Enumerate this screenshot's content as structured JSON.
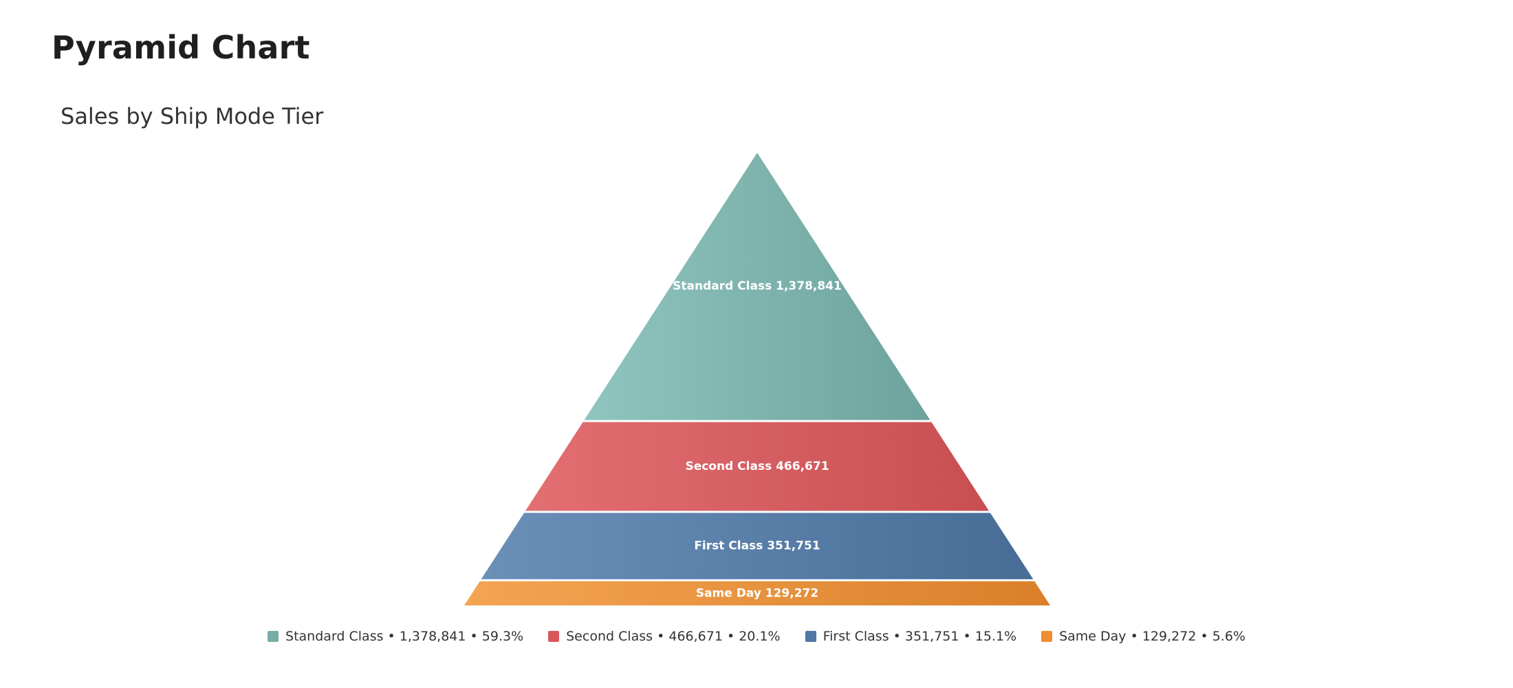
{
  "page": {
    "title": "Pyramid Chart"
  },
  "chart_data": {
    "type": "pyramid",
    "title": "Sales by Ship Mode Tier",
    "series": [
      {
        "name": "Standard Class",
        "value": 1378841,
        "value_label": "1,378,841",
        "percent": "59.3%",
        "label": "Standard Class 1,378,841",
        "legend": "Standard Class • 1,378,841 • 59.3%",
        "color": "#76ada7",
        "color_light": "#8fc4bf",
        "color_dark": "#6ea39d"
      },
      {
        "name": "Second Class",
        "value": 466671,
        "value_label": "466,671",
        "percent": "20.1%",
        "label": "Second Class 466,671",
        "legend": "Second Class • 466,671 • 20.1%",
        "color": "#d9575c",
        "color_light": "#e36f73",
        "color_dark": "#c84e51"
      },
      {
        "name": "First Class",
        "value": 351751,
        "value_label": "351,751",
        "percent": "15.1%",
        "label": "First Class 351,751",
        "legend": "First Class • 351,751 • 15.1%",
        "color": "#4e78a5",
        "color_light": "#6b90b8",
        "color_dark": "#476d97"
      },
      {
        "name": "Same Day",
        "value": 129272,
        "value_label": "129,272",
        "percent": "5.6%",
        "label": "Same Day 129,272",
        "legend": "Same Day • 129,272 • 5.6%",
        "color": "#f08e2f",
        "color_light": "#f4a552",
        "color_dark": "#d97f2a"
      }
    ],
    "legend_position": "bottom",
    "grid": false
  }
}
